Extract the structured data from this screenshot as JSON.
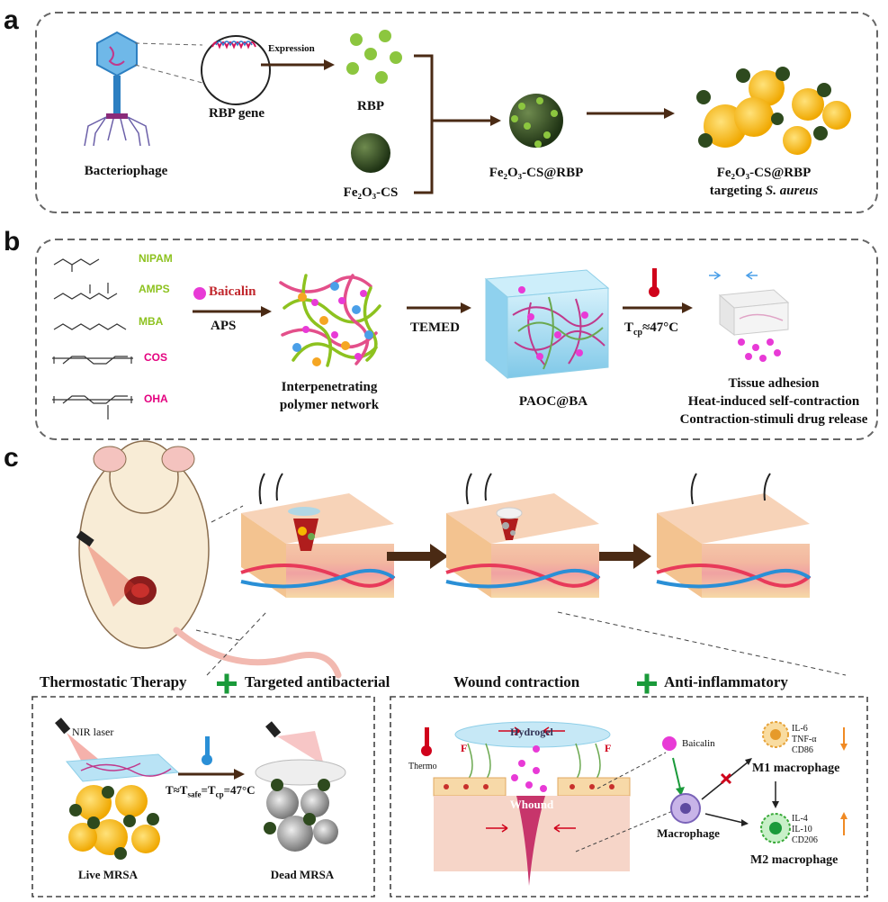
{
  "panels": {
    "a": "a",
    "b": "b",
    "c": "c"
  },
  "a": {
    "bacteriophage": "Bacteriophage",
    "rbp_gene": "RBP gene",
    "expression": "Expression",
    "rbp": "RBP",
    "fe2o3_cs": "Fe₂O₃-CS",
    "composite": "Fe₂O₃-CS@RBP",
    "targeting_line1": "Fe₂O₃-CS@RBP",
    "targeting_line2_prefix": "targeting ",
    "targeting_line2_species": "S. aureus"
  },
  "b": {
    "monomers": [
      "NIPAM",
      "AMPS",
      "MBA",
      "COS",
      "OHA"
    ],
    "baicalin": "Baicalin",
    "aps": "APS",
    "temed": "TEMED",
    "network_line1": "Interpenetrating",
    "network_line2": "polymer network",
    "hydrogel": "PAOC@BA",
    "tcp_prefix": "T",
    "tcp_sub": "cp",
    "tcp_suffix": "≈47°C",
    "result_line1": "Tissue adhesion",
    "result_line2": "Heat-induced self-contraction",
    "result_line3": "Contraction-stimuli drug release"
  },
  "c": {
    "left_title_1": "Thermostatic Therapy",
    "left_title_2": "Targeted antibacterial",
    "right_title_1": "Wound contraction",
    "right_title_2": "Anti-inflammatory",
    "nir_laser": "NIR laser",
    "temp_eq_prefix": "T≈T",
    "temp_eq_sub1": "safe",
    "temp_eq_mid": "=T",
    "temp_eq_sub2": "cp",
    "temp_eq_suffix": "=47°C",
    "live": "Live MRSA",
    "dead": "Dead MRSA",
    "thermo": "Thermo",
    "hydrogel": "Hydrogel",
    "wound": "Whound",
    "force": "F",
    "baicalin": "Baicalin",
    "macrophage": "Macrophage",
    "m1": "M1 macrophage",
    "m2": "M2 macrophage",
    "m1_markers": [
      "IL-6",
      "TNF-α",
      "CD86"
    ],
    "m2_markers": [
      "IL-4",
      "IL-10",
      "CD206"
    ]
  },
  "colors": {
    "green_bead": "#8cc63f",
    "dark_sphere": "#2e4a1e",
    "gold": "#f5b800",
    "monomer_green": "#8dc21f",
    "monomer_pink": "#e4007f",
    "baicalin_pink": "#e83ad6",
    "arrow_brown": "#4a2a14",
    "plus_green": "#1a9a3a",
    "dashed_border": "#666666"
  }
}
